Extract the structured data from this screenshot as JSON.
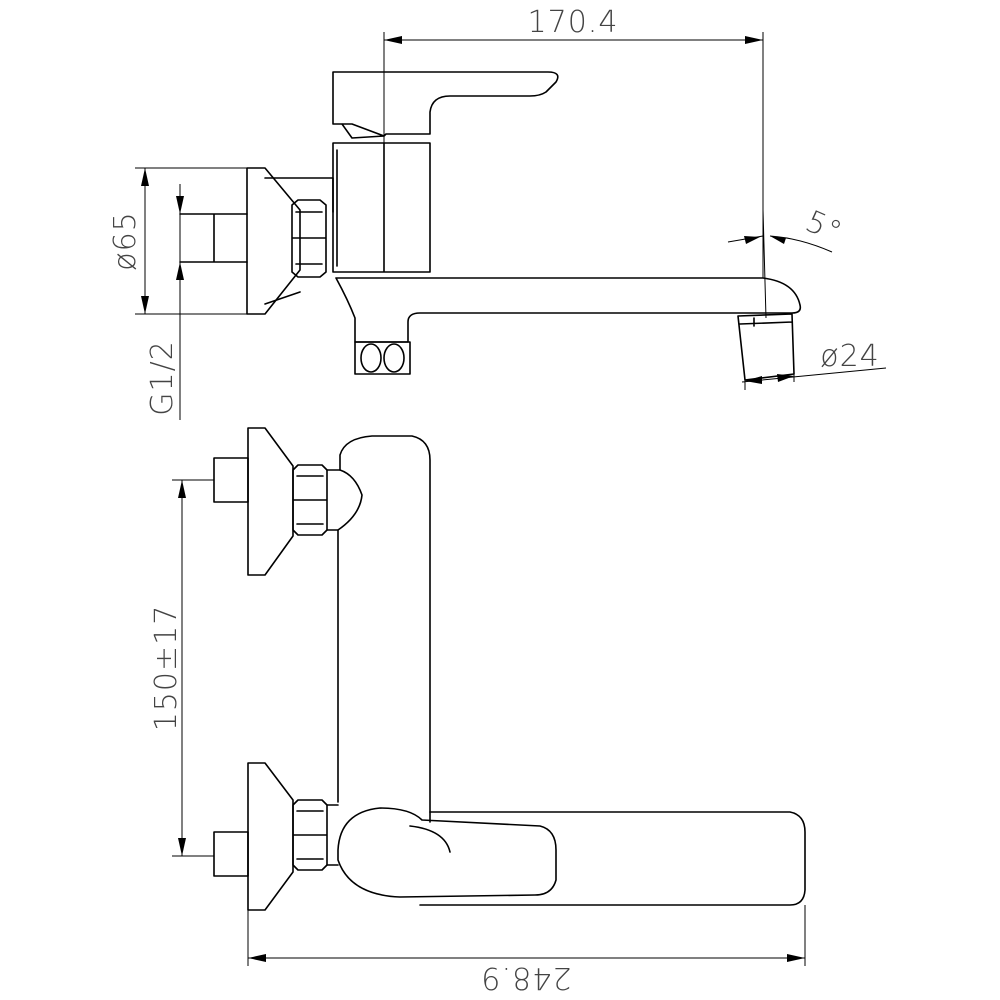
{
  "dimensions": {
    "spout_reach": "170.4",
    "flange_diameter": "ø65",
    "thread": "G1/2",
    "spout_angle": "5°",
    "aerator_diameter": "ø24",
    "inlet_spacing": "150±17",
    "overall_length": "248.9"
  },
  "colors": {
    "line": "#000000",
    "background": "#ffffff"
  }
}
